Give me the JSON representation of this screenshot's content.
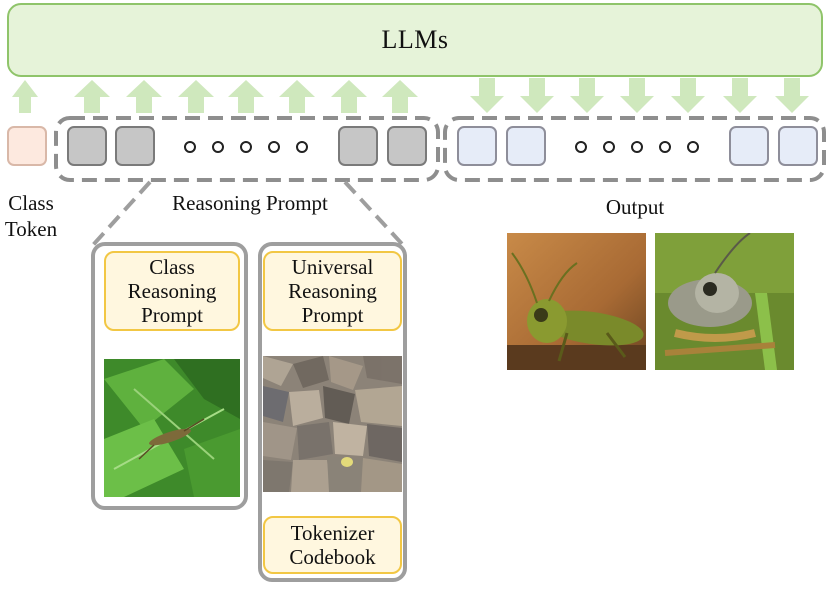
{
  "llm_label": "LLMs",
  "class_token_label": "Class\nToken",
  "reasoning_prompt_label": "Reasoning Prompt",
  "output_label": "Output",
  "class_reasoning_prompt": "Class\nReasoning\nPrompt",
  "universal_reasoning_prompt": "Universal\nReasoning\nPrompt",
  "tokenizer_codebook": "Tokenizer\nCodebook",
  "colors": {
    "llm_fill": "#e6f3d9",
    "llm_border": "#8fc46a",
    "arrow": "#cfe8bd",
    "class_token": "#fde9df",
    "prompt_token": "#c6c6c6",
    "output_token": "#e6ecf8",
    "prompt_box": "#fff7df",
    "prompt_box_border": "#f2c744"
  }
}
